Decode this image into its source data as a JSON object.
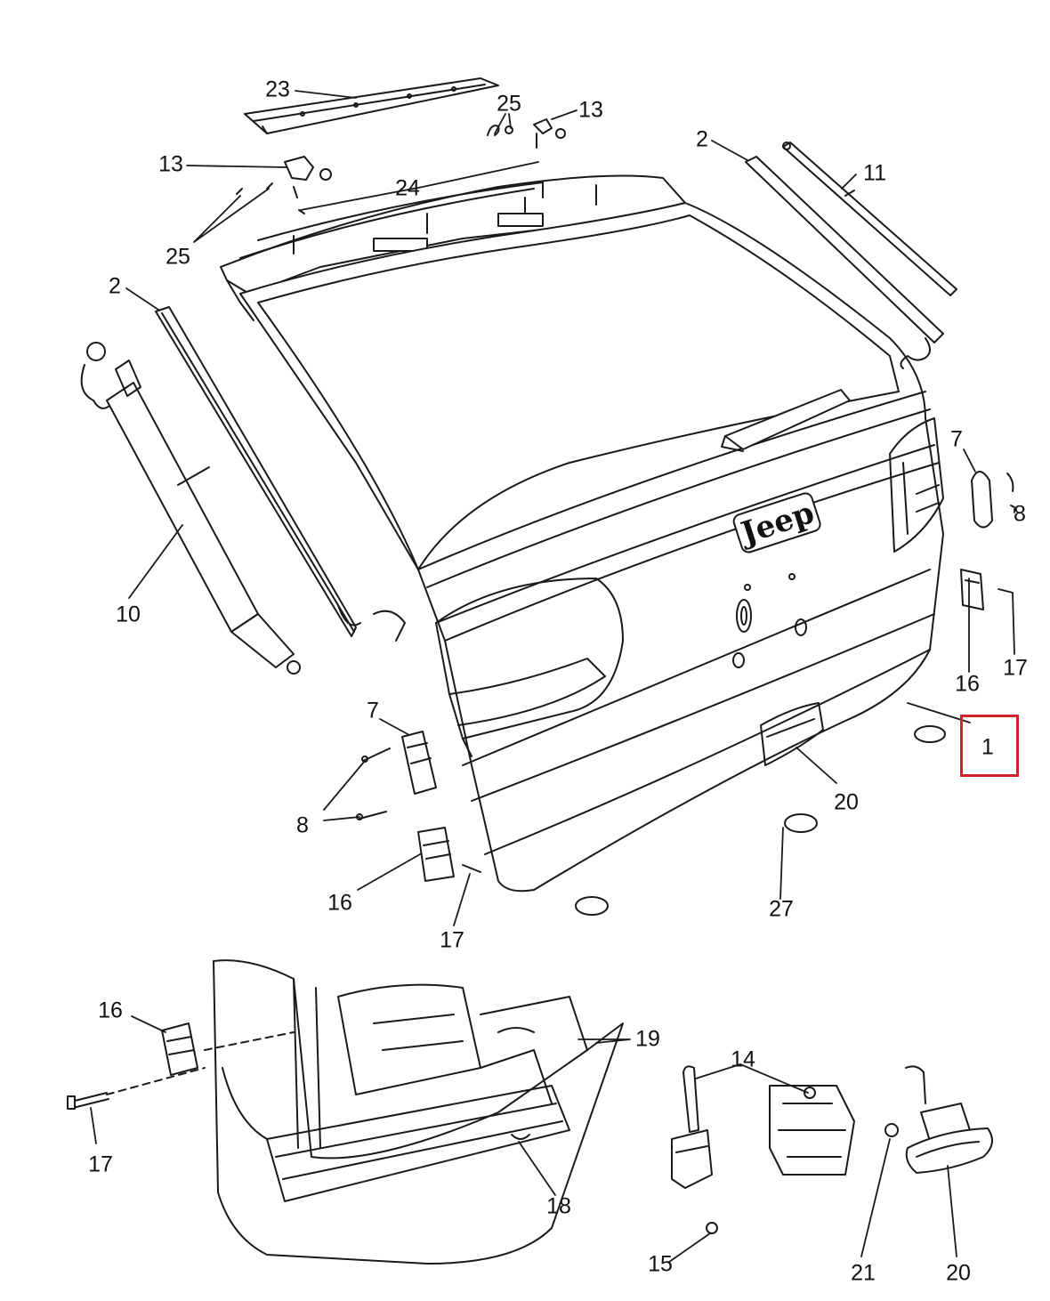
{
  "callouts": [
    {
      "id": "c23",
      "label": "23"
    },
    {
      "id": "c25a",
      "label": "25"
    },
    {
      "id": "c13a",
      "label": "13"
    },
    {
      "id": "c13b",
      "label": "13"
    },
    {
      "id": "c24",
      "label": "24"
    },
    {
      "id": "c25b",
      "label": "25"
    },
    {
      "id": "c2a",
      "label": "2"
    },
    {
      "id": "c11",
      "label": "11"
    },
    {
      "id": "c2b",
      "label": "2"
    },
    {
      "id": "c10",
      "label": "10"
    },
    {
      "id": "c7a",
      "label": "7"
    },
    {
      "id": "c8a",
      "label": "8"
    },
    {
      "id": "c16a",
      "label": "16"
    },
    {
      "id": "c17a",
      "label": "17"
    },
    {
      "id": "c1",
      "label": "1"
    },
    {
      "id": "c7b",
      "label": "7"
    },
    {
      "id": "c8b",
      "label": "8"
    },
    {
      "id": "c20a",
      "label": "20"
    },
    {
      "id": "c16b",
      "label": "16"
    },
    {
      "id": "c17b",
      "label": "17"
    },
    {
      "id": "c27",
      "label": "27"
    },
    {
      "id": "c16c",
      "label": "16"
    },
    {
      "id": "c19",
      "label": "19"
    },
    {
      "id": "c17c",
      "label": "17"
    },
    {
      "id": "c14",
      "label": "14"
    },
    {
      "id": "c18",
      "label": "18"
    },
    {
      "id": "c15",
      "label": "15"
    },
    {
      "id": "c21",
      "label": "21"
    },
    {
      "id": "c20b",
      "label": "20"
    }
  ],
  "highlighted_callout": "1",
  "logo_text": "Jeep",
  "colors": {
    "line": "#1a1a1a",
    "highlight": "#d0242a",
    "fill": "#ffffff"
  }
}
